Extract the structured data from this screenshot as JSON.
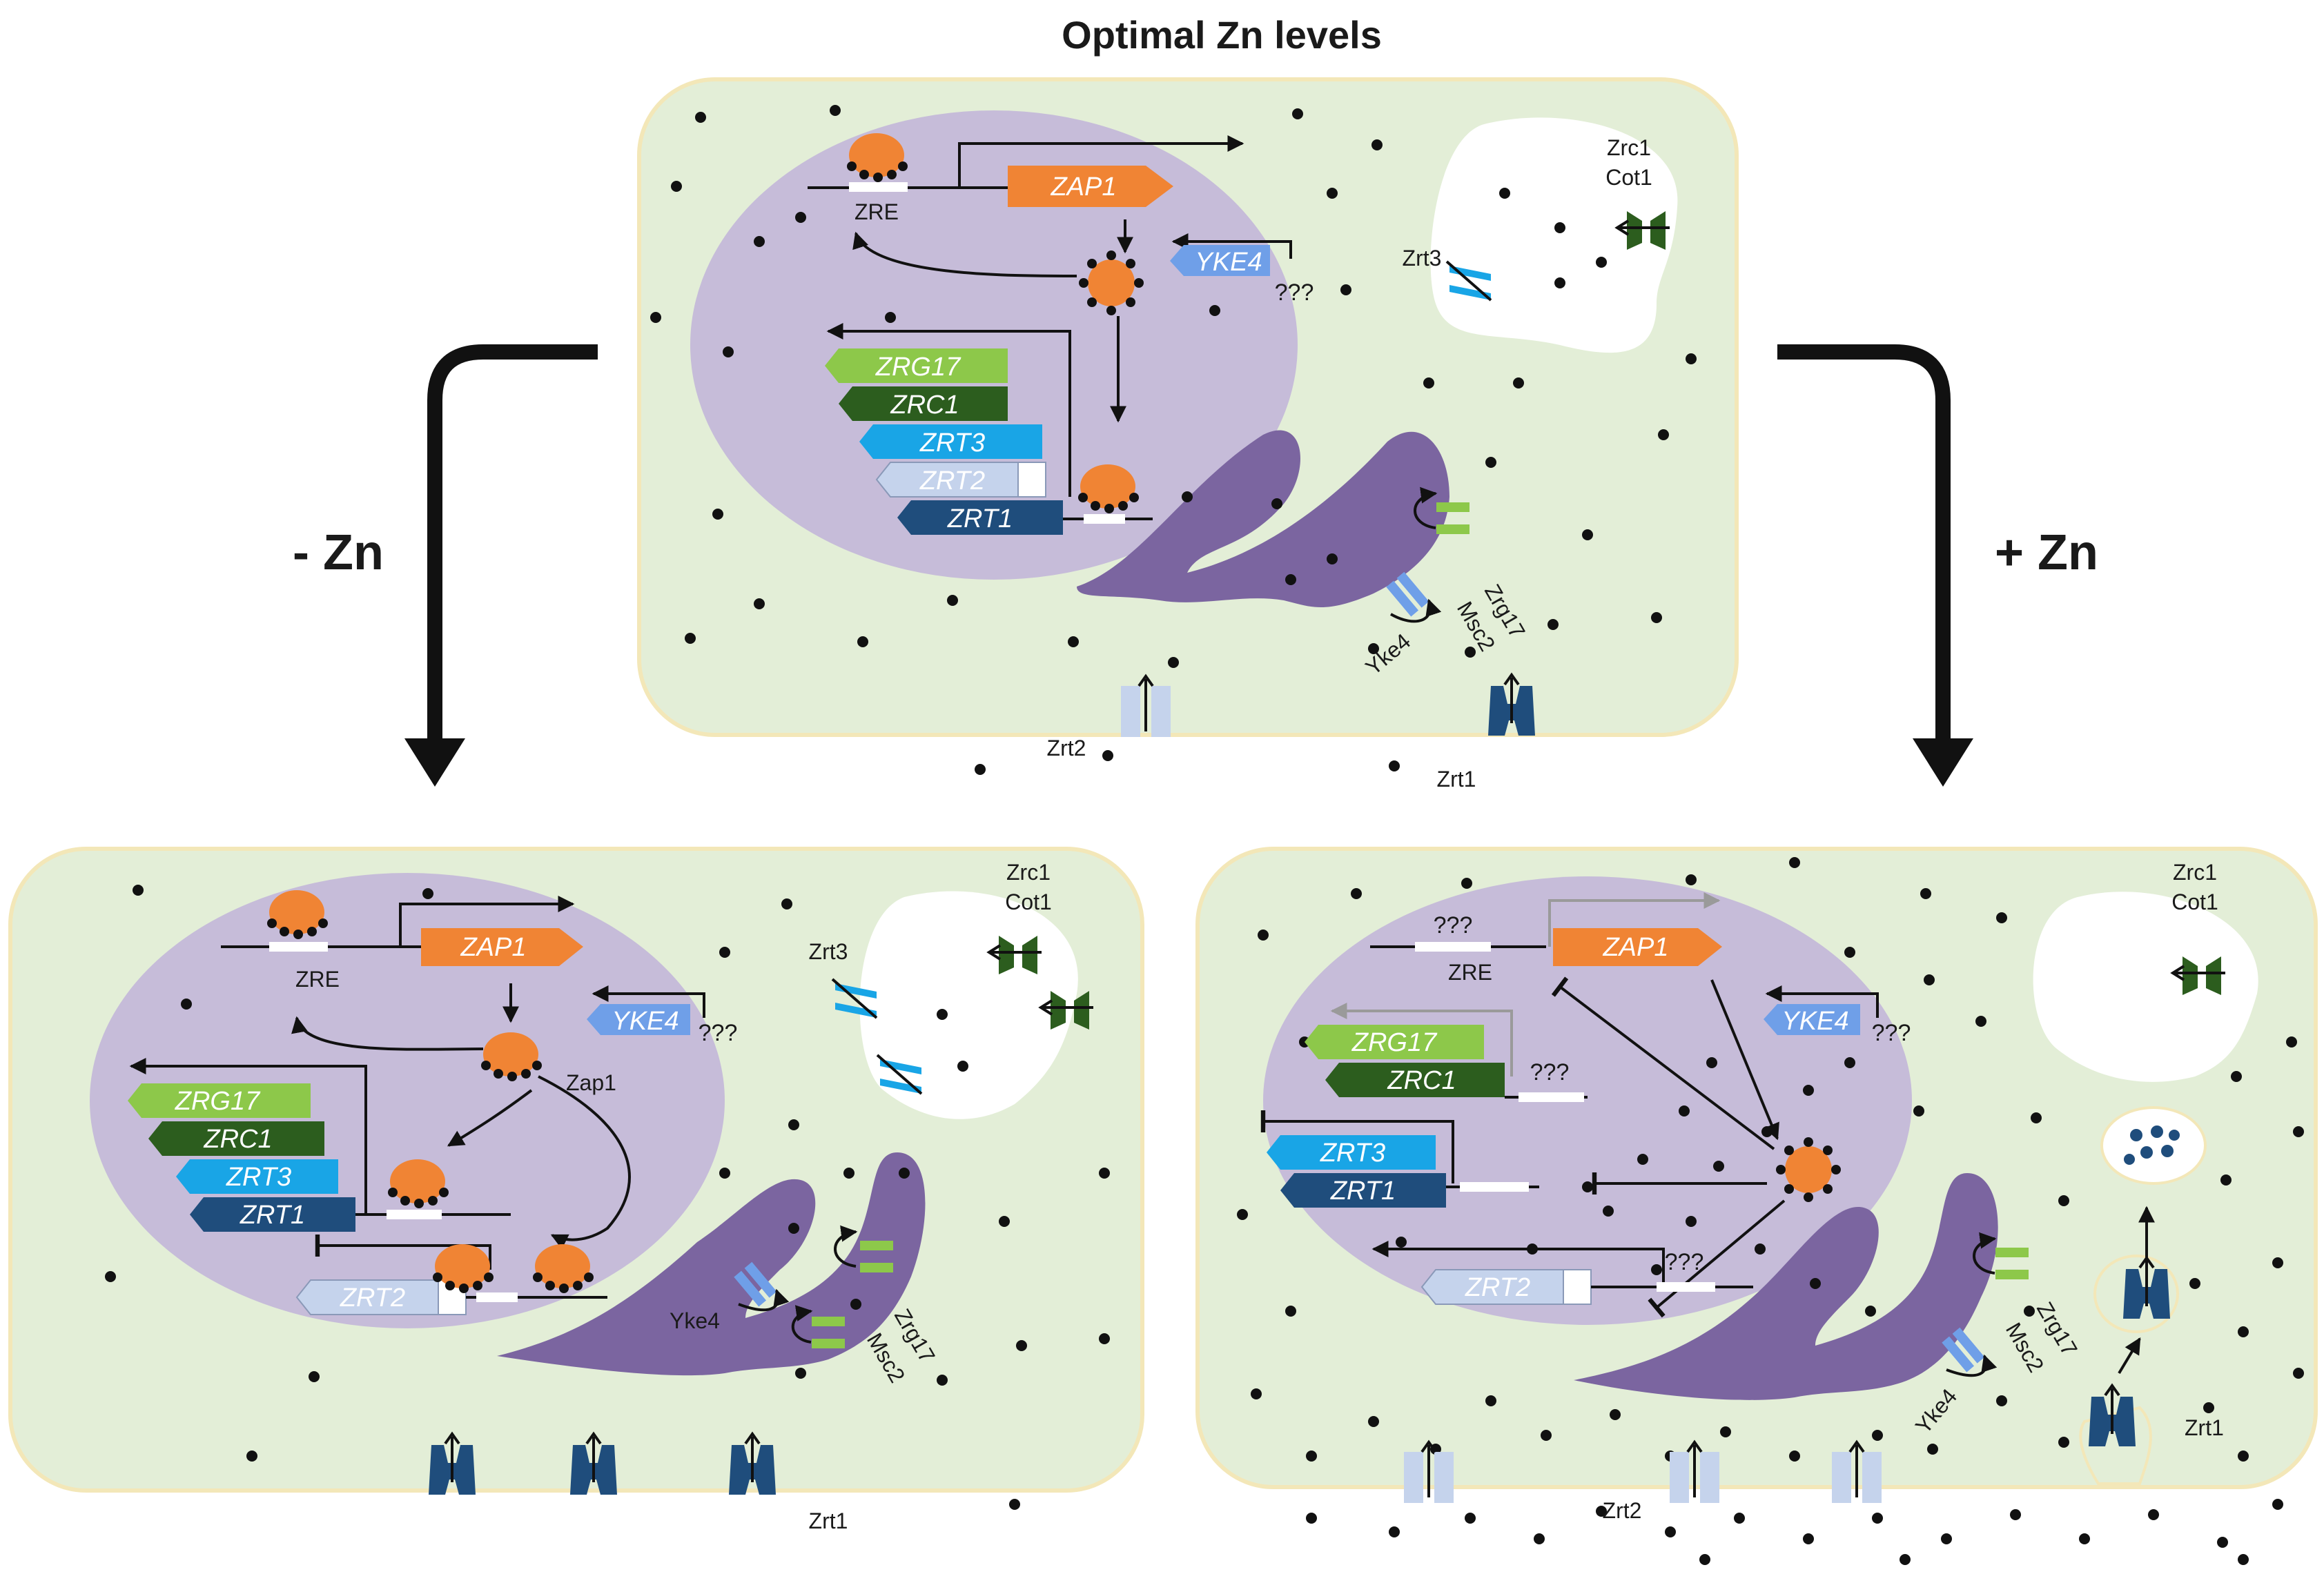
{
  "title": "Optimal Zn levels",
  "conditions": {
    "minus": "- Zn",
    "plus": "+ Zn"
  },
  "genes": {
    "zap1": "ZAP1",
    "yke4": "YKE4",
    "zrg17": "ZRG17",
    "zrc1": "ZRC1",
    "zrt3": "ZRT3",
    "zrt2": "ZRT2",
    "zrt1": "ZRT1"
  },
  "labels": {
    "zre": "ZRE",
    "unknown": "???",
    "zap1_protein": "Zap1",
    "zrc1": "Zrc1",
    "cot1": "Cot1",
    "zrt3": "Zrt3",
    "zrg17": "Zrg17",
    "msc2": "Msc2",
    "yke4": "Yke4",
    "zrt1": "Zrt1",
    "zrt2": "Zrt2"
  },
  "colors": {
    "cytoplasm": "#e3eed7",
    "cell_border": "#f3e7b8",
    "nucleus": "#c6bcd9",
    "er": "#7b65a0",
    "zap1": "#f08434",
    "yke4": "#6f9fe8",
    "zrg17": "#8dc84a",
    "zrc1": "#2c5d1e",
    "zrt3": "#19a5e6",
    "zrt2": "#c5d3ec",
    "zrt1": "#1f4d7c",
    "zn": "#111111"
  }
}
